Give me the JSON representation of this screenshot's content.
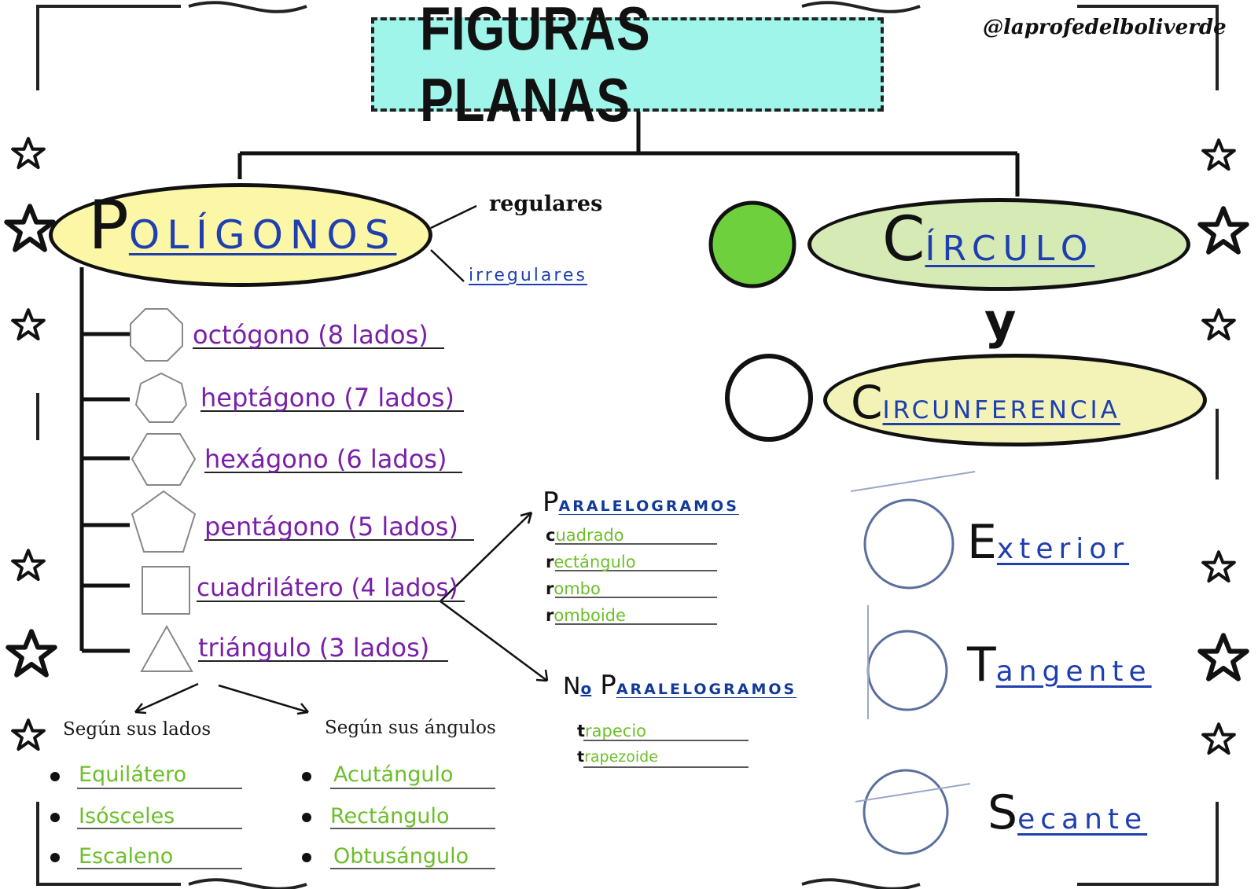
{
  "title": "FIGURAS PLANAS",
  "handle": "@laprofedelboliverde",
  "poligonos": {
    "initial": "P",
    "rest": "OLÍGONOS",
    "regulares": "regulares",
    "irregulares": "irregulares",
    "items": [
      {
        "label": "octógono (8 lados)",
        "icon": "octagon-icon"
      },
      {
        "label": "heptágono (7 lados)",
        "icon": "heptagon-icon"
      },
      {
        "label": "hexágono (6 lados)",
        "icon": "hexagon-icon"
      },
      {
        "label": "pentágono (5 lados)",
        "icon": "pentagon-icon"
      },
      {
        "label": "cuadrilátero (4 lados)",
        "icon": "square-icon"
      },
      {
        "label": "triángulo (3 lados)",
        "icon": "triangle-icon"
      }
    ]
  },
  "triangulos": {
    "lados_title": "Según sus lados",
    "lados": [
      "Equilátero",
      "Isósceles",
      "Escaleno"
    ],
    "angulos_title": "Según sus ángulos",
    "angulos": [
      "Acutángulo",
      "Rectángulo",
      "Obtusángulo"
    ]
  },
  "paralelogramos": {
    "initial": "P",
    "rest": "ARALELOGRAMOS",
    "items": [
      {
        "first": "c",
        "rest": "uadrado"
      },
      {
        "first": "r",
        "rest": "ectángulo"
      },
      {
        "first": "r",
        "rest": "ombo"
      },
      {
        "first": "r",
        "rest": "omboide"
      }
    ]
  },
  "no_paralelogramos": {
    "n": "N",
    "o": "o",
    "initial": "P",
    "rest": "ARALELOGRAMOS",
    "items": [
      {
        "first": "t",
        "rest": "rapecio"
      },
      {
        "first": "t",
        "rest": "rapezoide"
      }
    ]
  },
  "circulo": {
    "initial": "C",
    "rest": "ÍRCULO"
  },
  "y": "y",
  "circunferencia": {
    "initial": "C",
    "rest": "IRCUNFERENCIA"
  },
  "posiciones": [
    {
      "initial": "E",
      "rest": "xterior"
    },
    {
      "initial": "T",
      "rest": "angente"
    },
    {
      "initial": "S",
      "rest": "ecante"
    }
  ],
  "colors": {
    "title_bg": "#9ff5ea",
    "poligonos_bg": "#fbf7a6",
    "circulo_bg": "#d6eab6",
    "circunferencia_bg": "#f3f3b8",
    "green_disc": "#6fd03e"
  }
}
